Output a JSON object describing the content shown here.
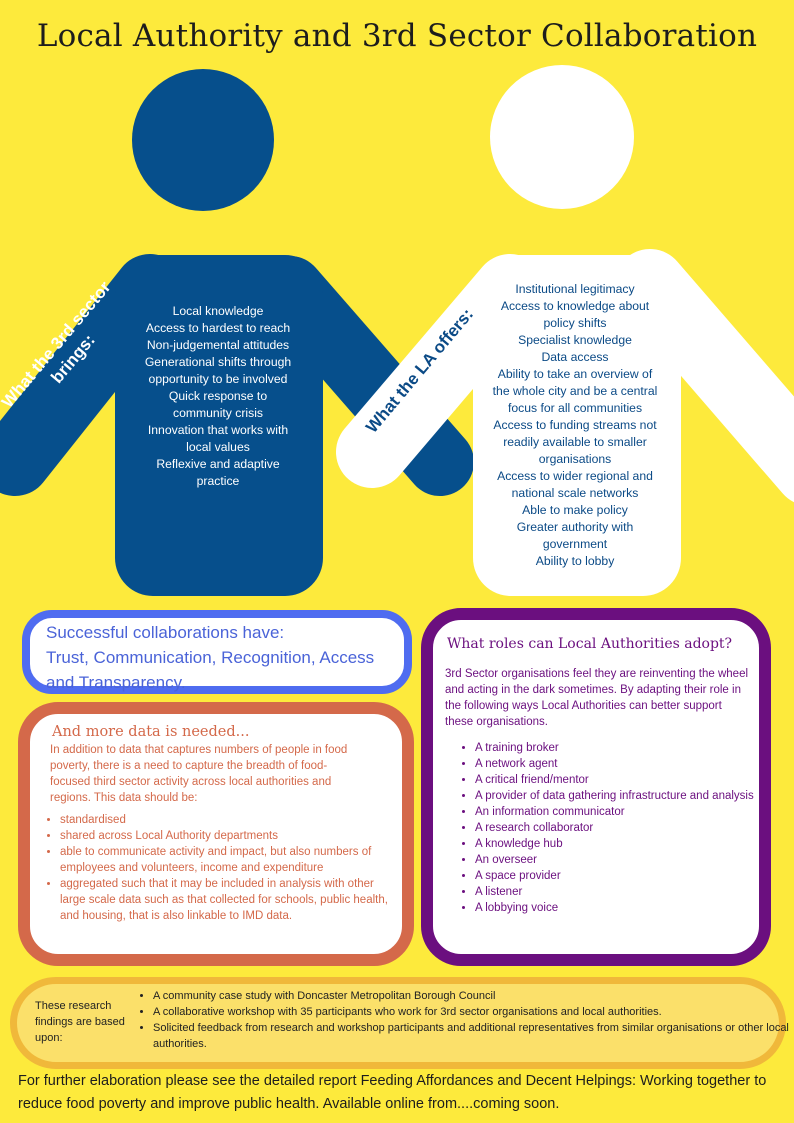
{
  "title": "Local Authority and 3rd Sector Collaboration",
  "colors": {
    "background": "#fdea3c",
    "third_sector": "#064f8c",
    "la": "#ffffff",
    "success_border": "#4f6cf0",
    "data_border": "#d4694a",
    "roles_border": "#6b0f7f",
    "research_fill": "#fbe06a"
  },
  "third_sector": {
    "label": "What the 3rd sector brings:",
    "items": [
      "Local knowledge",
      "Access to hardest to reach",
      "Non-judgemental attitudes",
      "Generational shifts through opportunity to be involved",
      "Quick response to community crisis",
      "Innovation that works with local values",
      "Reflexive and adaptive practice"
    ]
  },
  "la": {
    "label": "What the LA offers:",
    "items": [
      "Institutional legitimacy",
      "Access to knowledge about policy shifts",
      "Specialist knowledge",
      "Data access",
      "Ability to take an overview of the whole city and be a central focus for all communities",
      "Access to funding streams not readily available to smaller organisations",
      "Access to wider regional and national scale networks",
      "Able to make policy",
      "Greater authority with government",
      "Ability to lobby"
    ]
  },
  "success": {
    "line1": "Successful collaborations have:",
    "line2": "Trust, Communication, Recognition, Access and Transparency."
  },
  "data_needed": {
    "heading": "And more data is needed...",
    "intro": "In addition to data that captures numbers of people in food poverty, there is a need to capture the breadth of food-focused third sector activity across local authorities and regions.  This data should be:",
    "items": [
      "standardised",
      "shared across Local Authority departments",
      "able to communicate activity and impact, but also numbers of employees and volunteers, income and expenditure",
      "aggregated such that it may be included in analysis with other large scale data such as that collected for schools, public health, and housing, that is also linkable to IMD data."
    ]
  },
  "roles": {
    "heading": "What roles can Local Authorities adopt?",
    "intro": "3rd Sector organisations feel they are reinventing the wheel and acting in the dark sometimes. By adapting their role in the following ways Local Authorities can better support these organisations.",
    "items": [
      "A training broker",
      "A network agent",
      "A critical friend/mentor",
      "A provider of data gathering infrastructure and analysis",
      "An information communicator",
      "A research collaborator",
      "A knowledge hub",
      "An overseer",
      "A space provider",
      "A listener",
      "A lobbying voice"
    ]
  },
  "research": {
    "label": "These research findings are based upon:",
    "items": [
      "A community case study with Doncaster Metropolitan Borough Council",
      "A collaborative workshop with 35 participants who work for 3rd sector organisations and local authorities.",
      "Solicited feedback from research and workshop participants and additional representatives from similar organisations or other local authorities."
    ]
  },
  "footer": "For further elaboration please see the detailed report Feeding Affordances and Decent Helpings: Working together to reduce food poverty and improve public health. Available online from....coming soon."
}
